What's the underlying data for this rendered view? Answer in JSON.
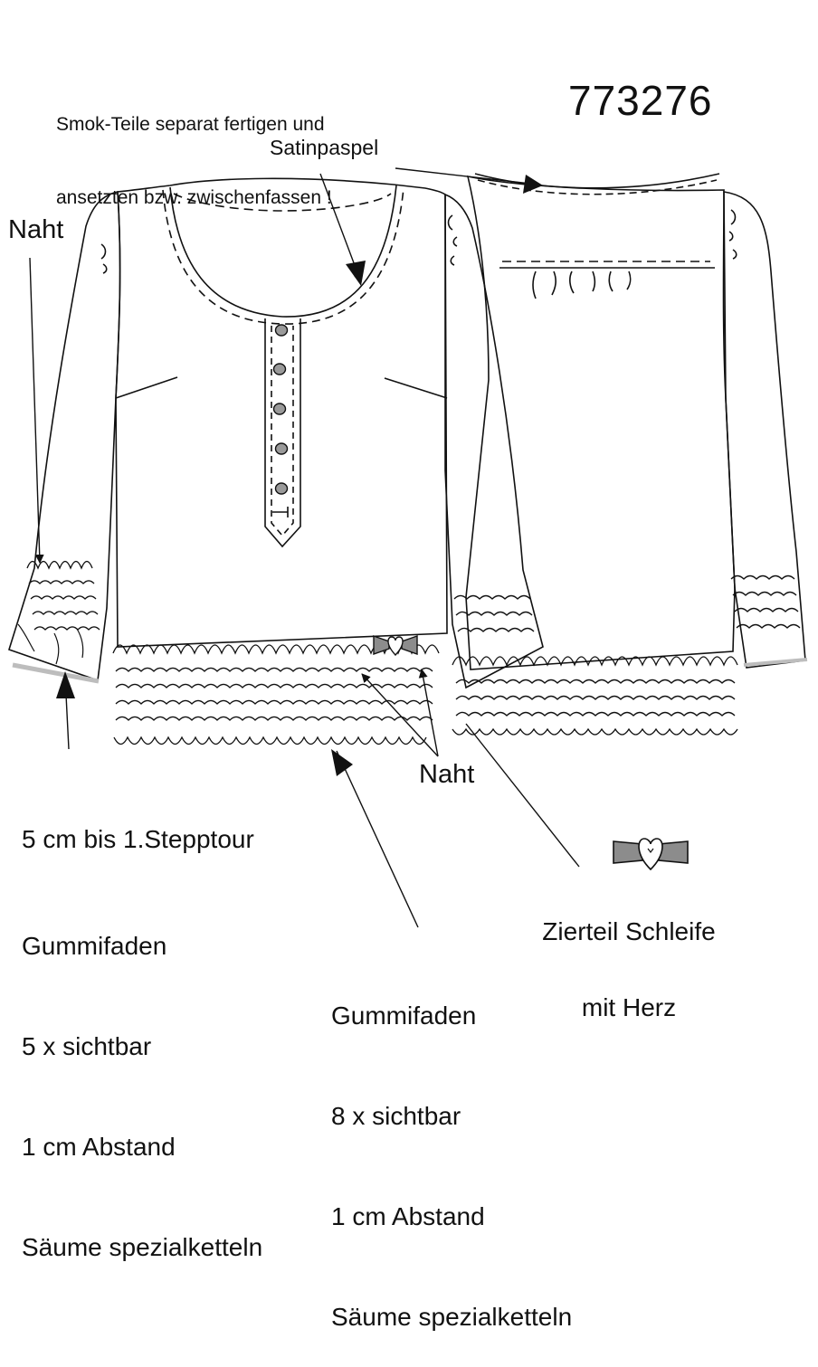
{
  "header": {
    "note_line1": "Smok-Teile separat fertigen und",
    "note_line2": "ansetzten bzw. zwischenfassen !",
    "article_number": "773276"
  },
  "callouts": {
    "satinpaspel": "Satinpaspel",
    "naht_sleeve": "Naht",
    "naht_hem": "Naht",
    "zierteil_line1": "Zierteil Schleife",
    "zierteil_line2": "mit Herz"
  },
  "sleeve_spec": {
    "line1": "5 cm bis 1.Stepptour",
    "line2": "Gummifaden",
    "line3": "5 x sichtbar",
    "line4": "1 cm Abstand",
    "line5": "Säume spezialketteln"
  },
  "hem_spec": {
    "line1": "Gummifaden",
    "line2": "8 x sichtbar",
    "line3": "1 cm Abstand",
    "line4": "Säume spezialketteln"
  },
  "colors": {
    "line": "#111111",
    "button_fill": "#9a9a9a",
    "bow_fill": "#8c8c8c",
    "cuff_shadow": "#bdbdbd"
  },
  "icons": {
    "bow": "bow-with-heart-icon",
    "button": "button-icon",
    "arrow": "arrowhead-icon"
  }
}
